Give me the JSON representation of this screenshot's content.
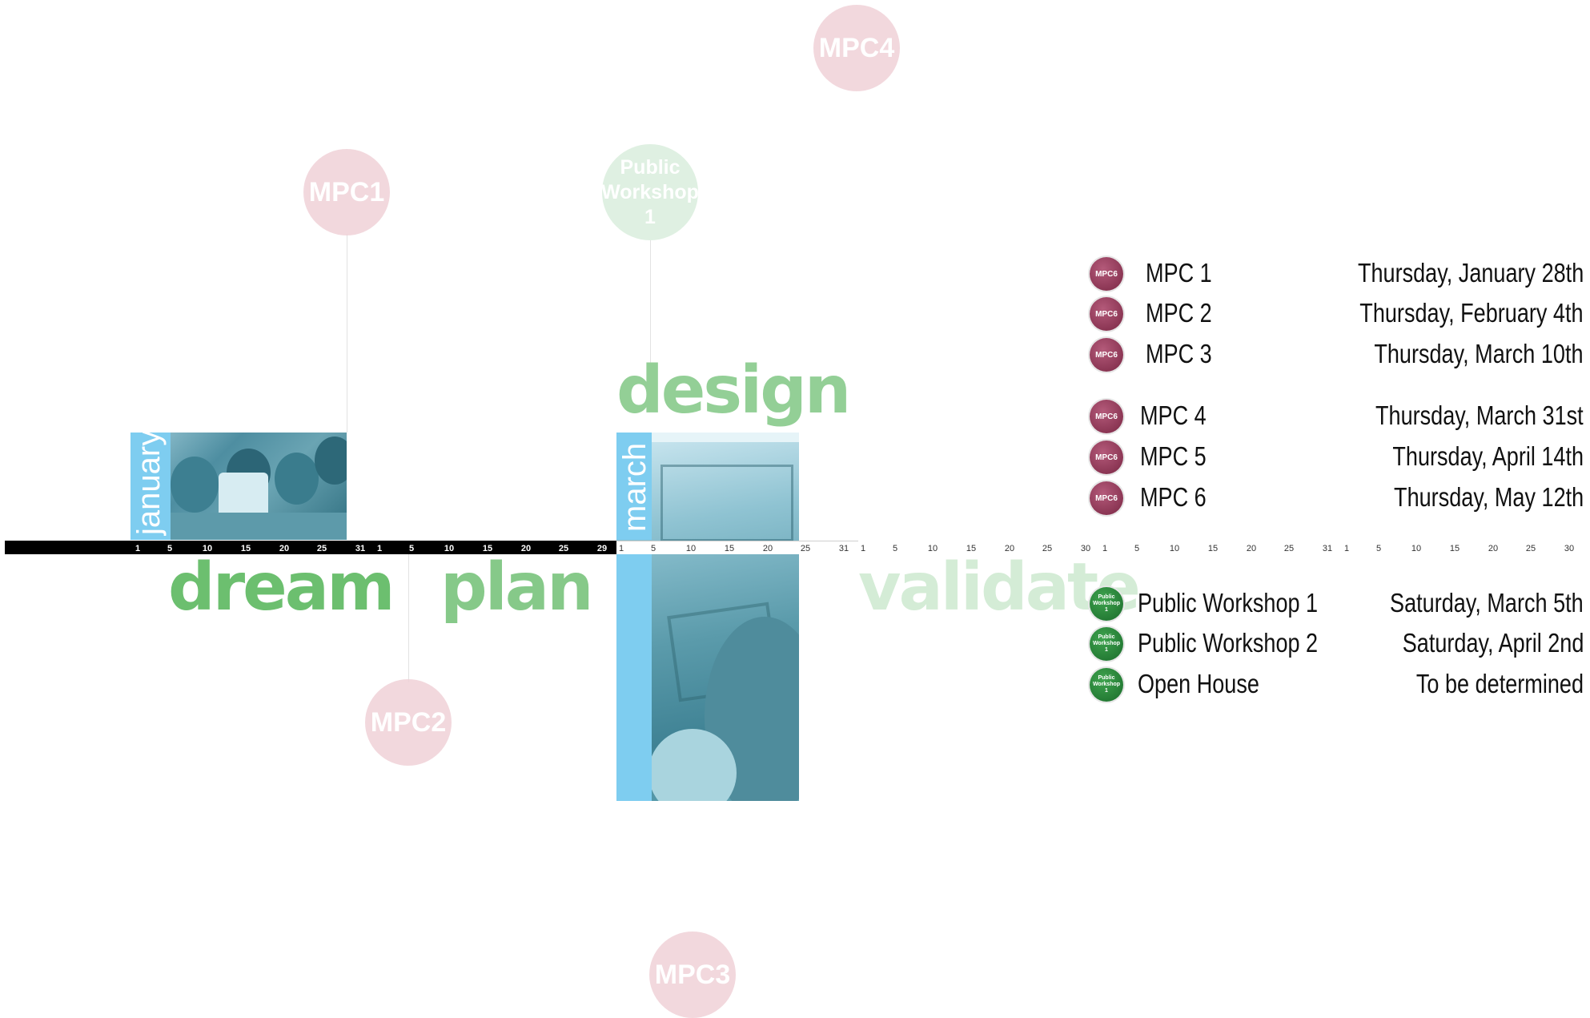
{
  "circles": {
    "mpc4": "MPC4",
    "mpc1": "MPC1",
    "pw1": [
      "Public",
      "Workshop",
      "1"
    ],
    "mpc2": "MPC2",
    "mpc3": "MPC3"
  },
  "months": {
    "january": "january",
    "march": "march"
  },
  "phases": {
    "dream": "dream",
    "plan": "plan",
    "design": "design",
    "validate": "validate"
  },
  "timeline": {
    "months": [
      {
        "ticks": [
          "1",
          "5",
          "10",
          "15",
          "20",
          "25",
          "31"
        ]
      },
      {
        "ticks": [
          "1",
          "5",
          "10",
          "15",
          "20",
          "25",
          "29"
        ]
      },
      {
        "ticks": [
          "1",
          "5",
          "10",
          "15",
          "20",
          "25",
          "31"
        ]
      },
      {
        "ticks": [
          "1",
          "5",
          "10",
          "15",
          "20",
          "25",
          "30"
        ]
      },
      {
        "ticks": [
          "1",
          "5",
          "10",
          "15",
          "20",
          "25",
          "31"
        ]
      },
      {
        "ticks": [
          "1",
          "5",
          "10",
          "15",
          "20",
          "25",
          "30"
        ]
      }
    ]
  },
  "legend": {
    "mpc_badge_label": "MPC6",
    "pw_badge_label": [
      "Public",
      "Workshop",
      "1"
    ],
    "mpc_items": [
      {
        "name": "MPC 1",
        "date": "Thursday, January 28th"
      },
      {
        "name": "MPC 2",
        "date": "Thursday, February 4th"
      },
      {
        "name": "MPC 3",
        "date": "Thursday, March 10th"
      },
      {
        "name": "MPC 4",
        "date": "Thursday, March 31st"
      },
      {
        "name": "MPC 5",
        "date": "Thursday, April 14th"
      },
      {
        "name": "MPC 6",
        "date": "Thursday, May 12th"
      }
    ],
    "workshop_items": [
      {
        "name": "Public Workshop 1",
        "date": "Saturday, March 5th"
      },
      {
        "name": "Public Workshop 2",
        "date": "Saturday, April 2nd"
      },
      {
        "name": "Open House",
        "date": "To be determined"
      }
    ]
  },
  "colors": {
    "phase_green": "#6cbf6f",
    "design_green": "#93cf96",
    "validate_green": "#d4ecd6",
    "band_blue": "#7ecdf0",
    "mpc_badge": "#8e3555",
    "pw_badge": "#237d33"
  }
}
